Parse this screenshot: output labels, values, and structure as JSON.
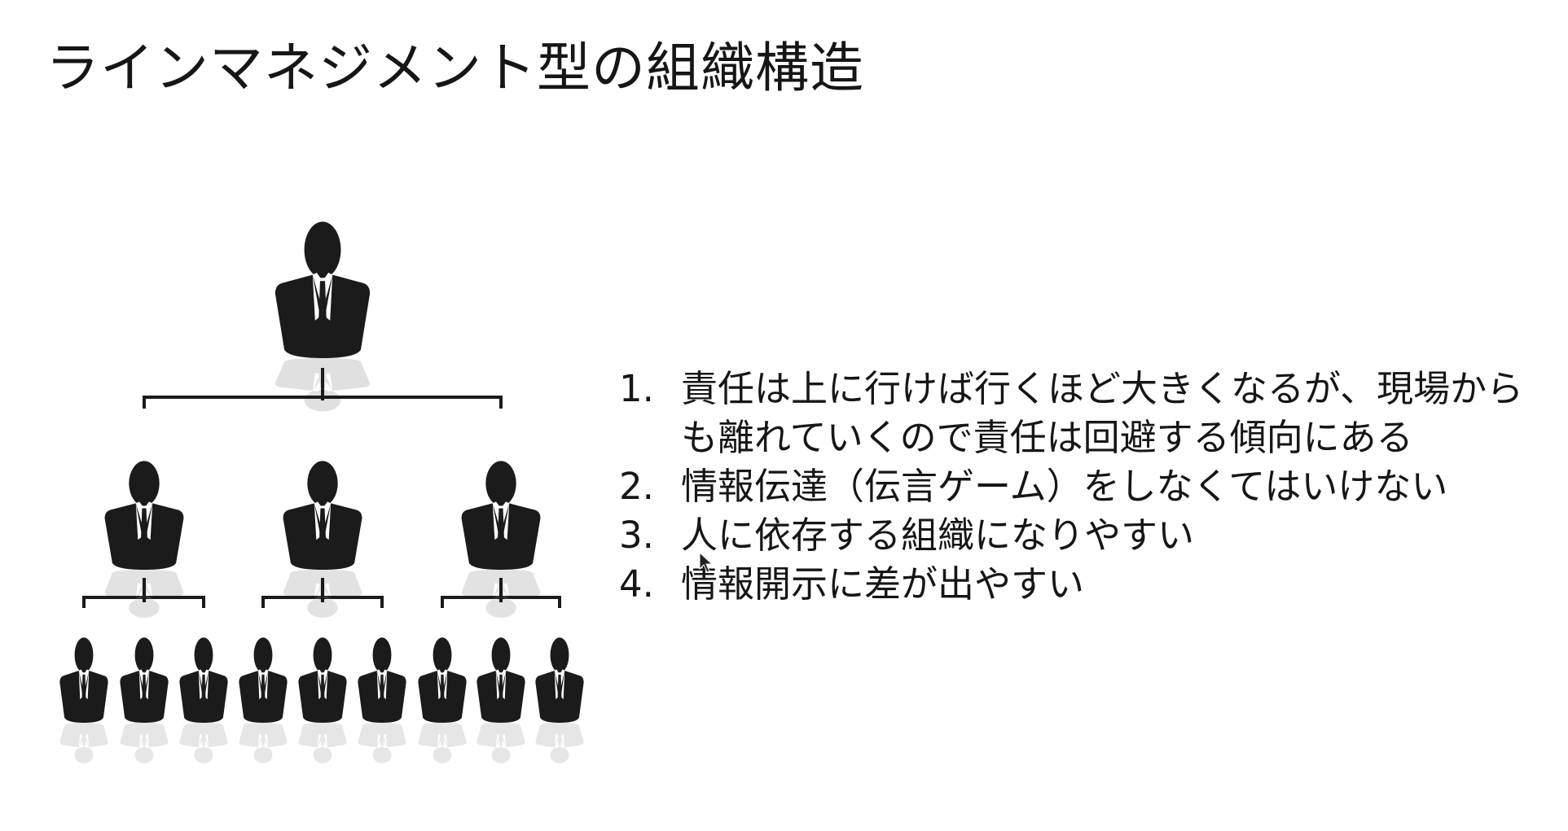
{
  "slide": {
    "title": "ラインマネジメント型の組織構造",
    "points": [
      {
        "num": "1.",
        "text": "責任は上に行けば行くほど大きくなるが、現場からも離れていくので責任は回避する傾向にある"
      },
      {
        "num": "2.",
        "text": "情報伝達（伝言ゲーム）をしなくてはいけない"
      },
      {
        "num": "3.",
        "text": "人に依存する組織になりやすい"
      },
      {
        "num": "4.",
        "text": "情報開示に差が出やすい"
      }
    ]
  },
  "org_chart": {
    "levels": [
      1,
      3,
      9
    ],
    "icon": "business-person-icon",
    "color": "#1b1b1b"
  }
}
